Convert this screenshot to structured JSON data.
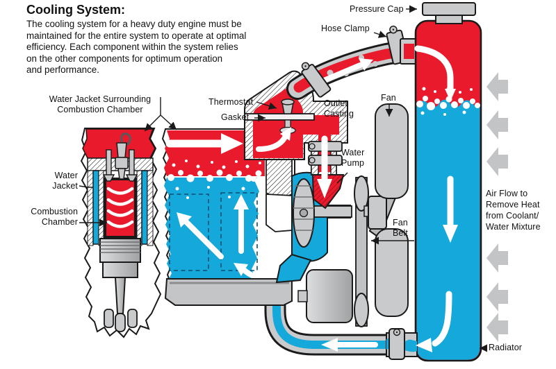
{
  "title": "Cooling System:",
  "description": "The cooling system for a heavy duty engine must be\nmaintained for the entire system to operate at optimal\nefficiency. Each component within the system relies\non the other components for optimum operation\nand performance.",
  "labels": {
    "pressure_cap": "Pressure Cap",
    "hose_clamp": "Hose Clamp",
    "water_jacket_surrounding": "Water Jacket Surrounding\nCombustion Chamber",
    "thermostat": "Thermostat",
    "gasket": "Gasket",
    "outlet_casting": "Outlet\nCasting",
    "fan": "Fan",
    "water_pump": "Water\nPump",
    "water_jacket": "Water\nJacket",
    "combustion_chamber": "Combustion\nChamber",
    "fan_belt": "Fan\nBelt",
    "air_flow": "Air Flow to\nRemove Heat\nfrom Coolant/\nWater Mixture",
    "radiator": "Radiator"
  },
  "colors": {
    "hot_coolant": "#E81A2C",
    "cool_coolant": "#15A8DA",
    "metal": "#C9CACC",
    "metal_dark": "#9FA1A3",
    "air_arrow": "#C3C4C6",
    "outline": "#1A1A1A"
  }
}
